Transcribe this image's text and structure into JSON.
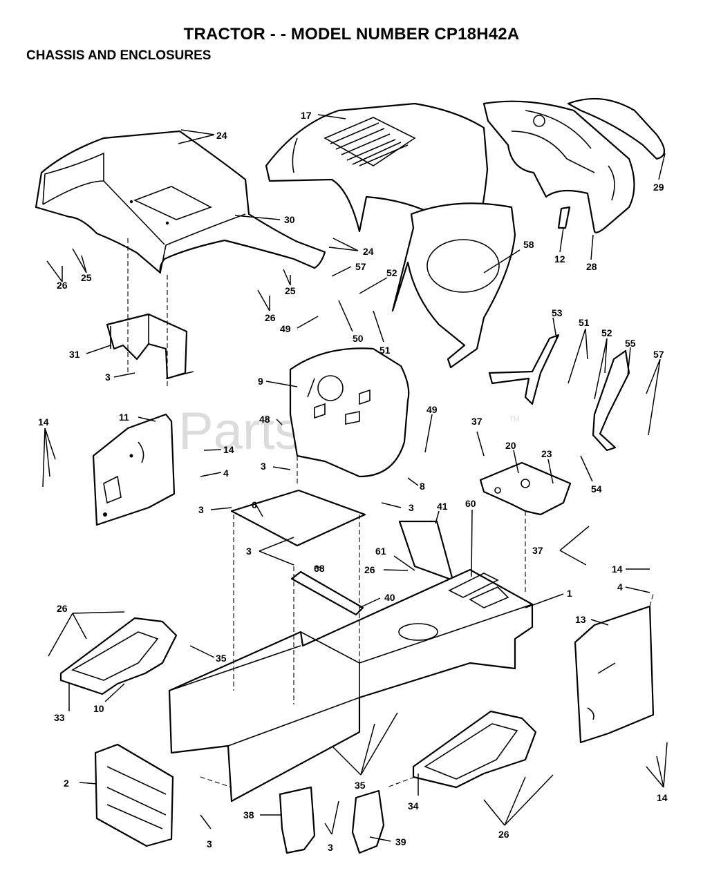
{
  "title": "TRACTOR - - MODEL NUMBER CP18H42A",
  "subtitle": "CHASSIS AND ENCLOSURES",
  "watermark": {
    "text": "PartsTree",
    "trademark": "TM"
  },
  "callouts": [
    {
      "id": "c24a",
      "label": "24"
    },
    {
      "id": "c17",
      "label": "17"
    },
    {
      "id": "c29",
      "label": "29"
    },
    {
      "id": "c30",
      "label": "30"
    },
    {
      "id": "c24b",
      "label": "24"
    },
    {
      "id": "c12",
      "label": "12"
    },
    {
      "id": "c28",
      "label": "28"
    },
    {
      "id": "c58",
      "label": "58"
    },
    {
      "id": "c57a",
      "label": "57"
    },
    {
      "id": "c52a",
      "label": "52"
    },
    {
      "id": "c26a",
      "label": "26"
    },
    {
      "id": "c25a",
      "label": "25"
    },
    {
      "id": "c26b",
      "label": "26"
    },
    {
      "id": "c25b",
      "label": "25"
    },
    {
      "id": "c49a",
      "label": "49"
    },
    {
      "id": "c50",
      "label": "50"
    },
    {
      "id": "c51a",
      "label": "51"
    },
    {
      "id": "c31",
      "label": "31"
    },
    {
      "id": "c53",
      "label": "53"
    },
    {
      "id": "c51b",
      "label": "51"
    },
    {
      "id": "c52b",
      "label": "52"
    },
    {
      "id": "c55",
      "label": "55"
    },
    {
      "id": "c57b",
      "label": "57"
    },
    {
      "id": "c3a",
      "label": "3"
    },
    {
      "id": "c9",
      "label": "9"
    },
    {
      "id": "c11",
      "label": "11"
    },
    {
      "id": "c48",
      "label": "48"
    },
    {
      "id": "c49b",
      "label": "49"
    },
    {
      "id": "c14a",
      "label": "14"
    },
    {
      "id": "c14b",
      "label": "14"
    },
    {
      "id": "c4a",
      "label": "4"
    },
    {
      "id": "c3b",
      "label": "3"
    },
    {
      "id": "c37a",
      "label": "37"
    },
    {
      "id": "c20",
      "label": "20"
    },
    {
      "id": "c23",
      "label": "23"
    },
    {
      "id": "c8",
      "label": "8"
    },
    {
      "id": "c54",
      "label": "54"
    },
    {
      "id": "c6",
      "label": "6"
    },
    {
      "id": "c3c",
      "label": "3"
    },
    {
      "id": "c3d",
      "label": "3"
    },
    {
      "id": "c41",
      "label": "41"
    },
    {
      "id": "c60",
      "label": "60"
    },
    {
      "id": "c37b",
      "label": "37"
    },
    {
      "id": "c3e",
      "label": "3"
    },
    {
      "id": "c61",
      "label": "61"
    },
    {
      "id": "c68",
      "label": "68"
    },
    {
      "id": "c26c",
      "label": "26"
    },
    {
      "id": "c14c",
      "label": "14"
    },
    {
      "id": "c4b",
      "label": "4"
    },
    {
      "id": "c40",
      "label": "40"
    },
    {
      "id": "c1",
      "label": "1"
    },
    {
      "id": "c26d",
      "label": "26"
    },
    {
      "id": "c13",
      "label": "13"
    },
    {
      "id": "c35a",
      "label": "35"
    },
    {
      "id": "c33",
      "label": "33"
    },
    {
      "id": "c10",
      "label": "10"
    },
    {
      "id": "c2",
      "label": "2"
    },
    {
      "id": "c35b",
      "label": "35"
    },
    {
      "id": "c14d",
      "label": "14"
    },
    {
      "id": "c34",
      "label": "34"
    },
    {
      "id": "c38",
      "label": "38"
    },
    {
      "id": "c3f",
      "label": "3"
    },
    {
      "id": "c39",
      "label": "39"
    },
    {
      "id": "c3g",
      "label": "3"
    },
    {
      "id": "c26e",
      "label": "26"
    }
  ]
}
